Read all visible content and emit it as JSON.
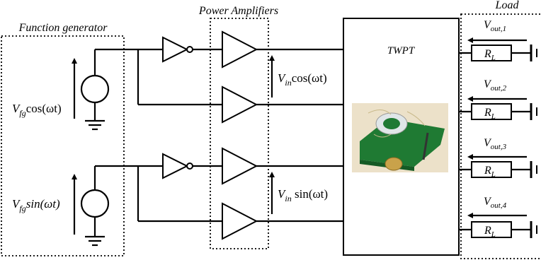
{
  "labels": {
    "function_generator": "Function generator",
    "power_amplifiers": "Power Amplifiers",
    "load": "Load",
    "twpt": "TWPT",
    "source_cos": {
      "main": "V",
      "sub": "fg",
      "expr": "cos(ωt)"
    },
    "source_sin": {
      "main": "V",
      "sub": "fg",
      "expr": "sin(ωt)"
    },
    "vin_cos": {
      "main": "V",
      "sub": "in",
      "expr": "cos(ωt)"
    },
    "vin_sin": {
      "main": "V",
      "sub": "in",
      "expr": " sin(ωt)"
    },
    "vout_1": {
      "main": "V",
      "sub": "out,1"
    },
    "vout_2": {
      "main": "V",
      "sub": "out,2"
    },
    "vout_3": {
      "main": "V",
      "sub": "out,3"
    },
    "vout_4": {
      "main": "V",
      "sub": "out,4"
    },
    "resistor_label": {
      "main": "R",
      "sub": "L"
    }
  },
  "colors": {
    "wire": "#000000",
    "pcb_green": "#1f7a33",
    "photo_bg": "#e9dcc0",
    "coin": "#c9a24a"
  },
  "icons": {
    "source": "sinusoidal-voltage-source-icon",
    "ground": "ground-icon",
    "inverter": "inverter-icon",
    "amplifier": "amplifier-triangle-icon",
    "resistor": "resistor-icon",
    "photo": "pcb-photo"
  }
}
